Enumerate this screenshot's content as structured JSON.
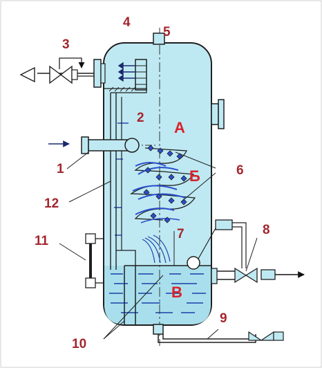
{
  "labels": {
    "n1": "1",
    "n2": "2",
    "n3": "3",
    "n4": "4",
    "n5": "5",
    "n6": "6",
    "n7": "7",
    "n8": "8",
    "n9": "9",
    "n10": "10",
    "n11": "11",
    "n12": "12"
  },
  "zones": {
    "a": "А",
    "b": "Б",
    "v": "В"
  },
  "colors": {
    "vessel_fill": "#bfe9f2",
    "vessel_stroke": "#1f1f1f",
    "label_red": "#a3262e",
    "zone_red": "#d8222b",
    "water_lines": "#1a3fa8",
    "spiral_blue": "#2a4fd0",
    "arrow_dark": "#1a2a6e"
  }
}
